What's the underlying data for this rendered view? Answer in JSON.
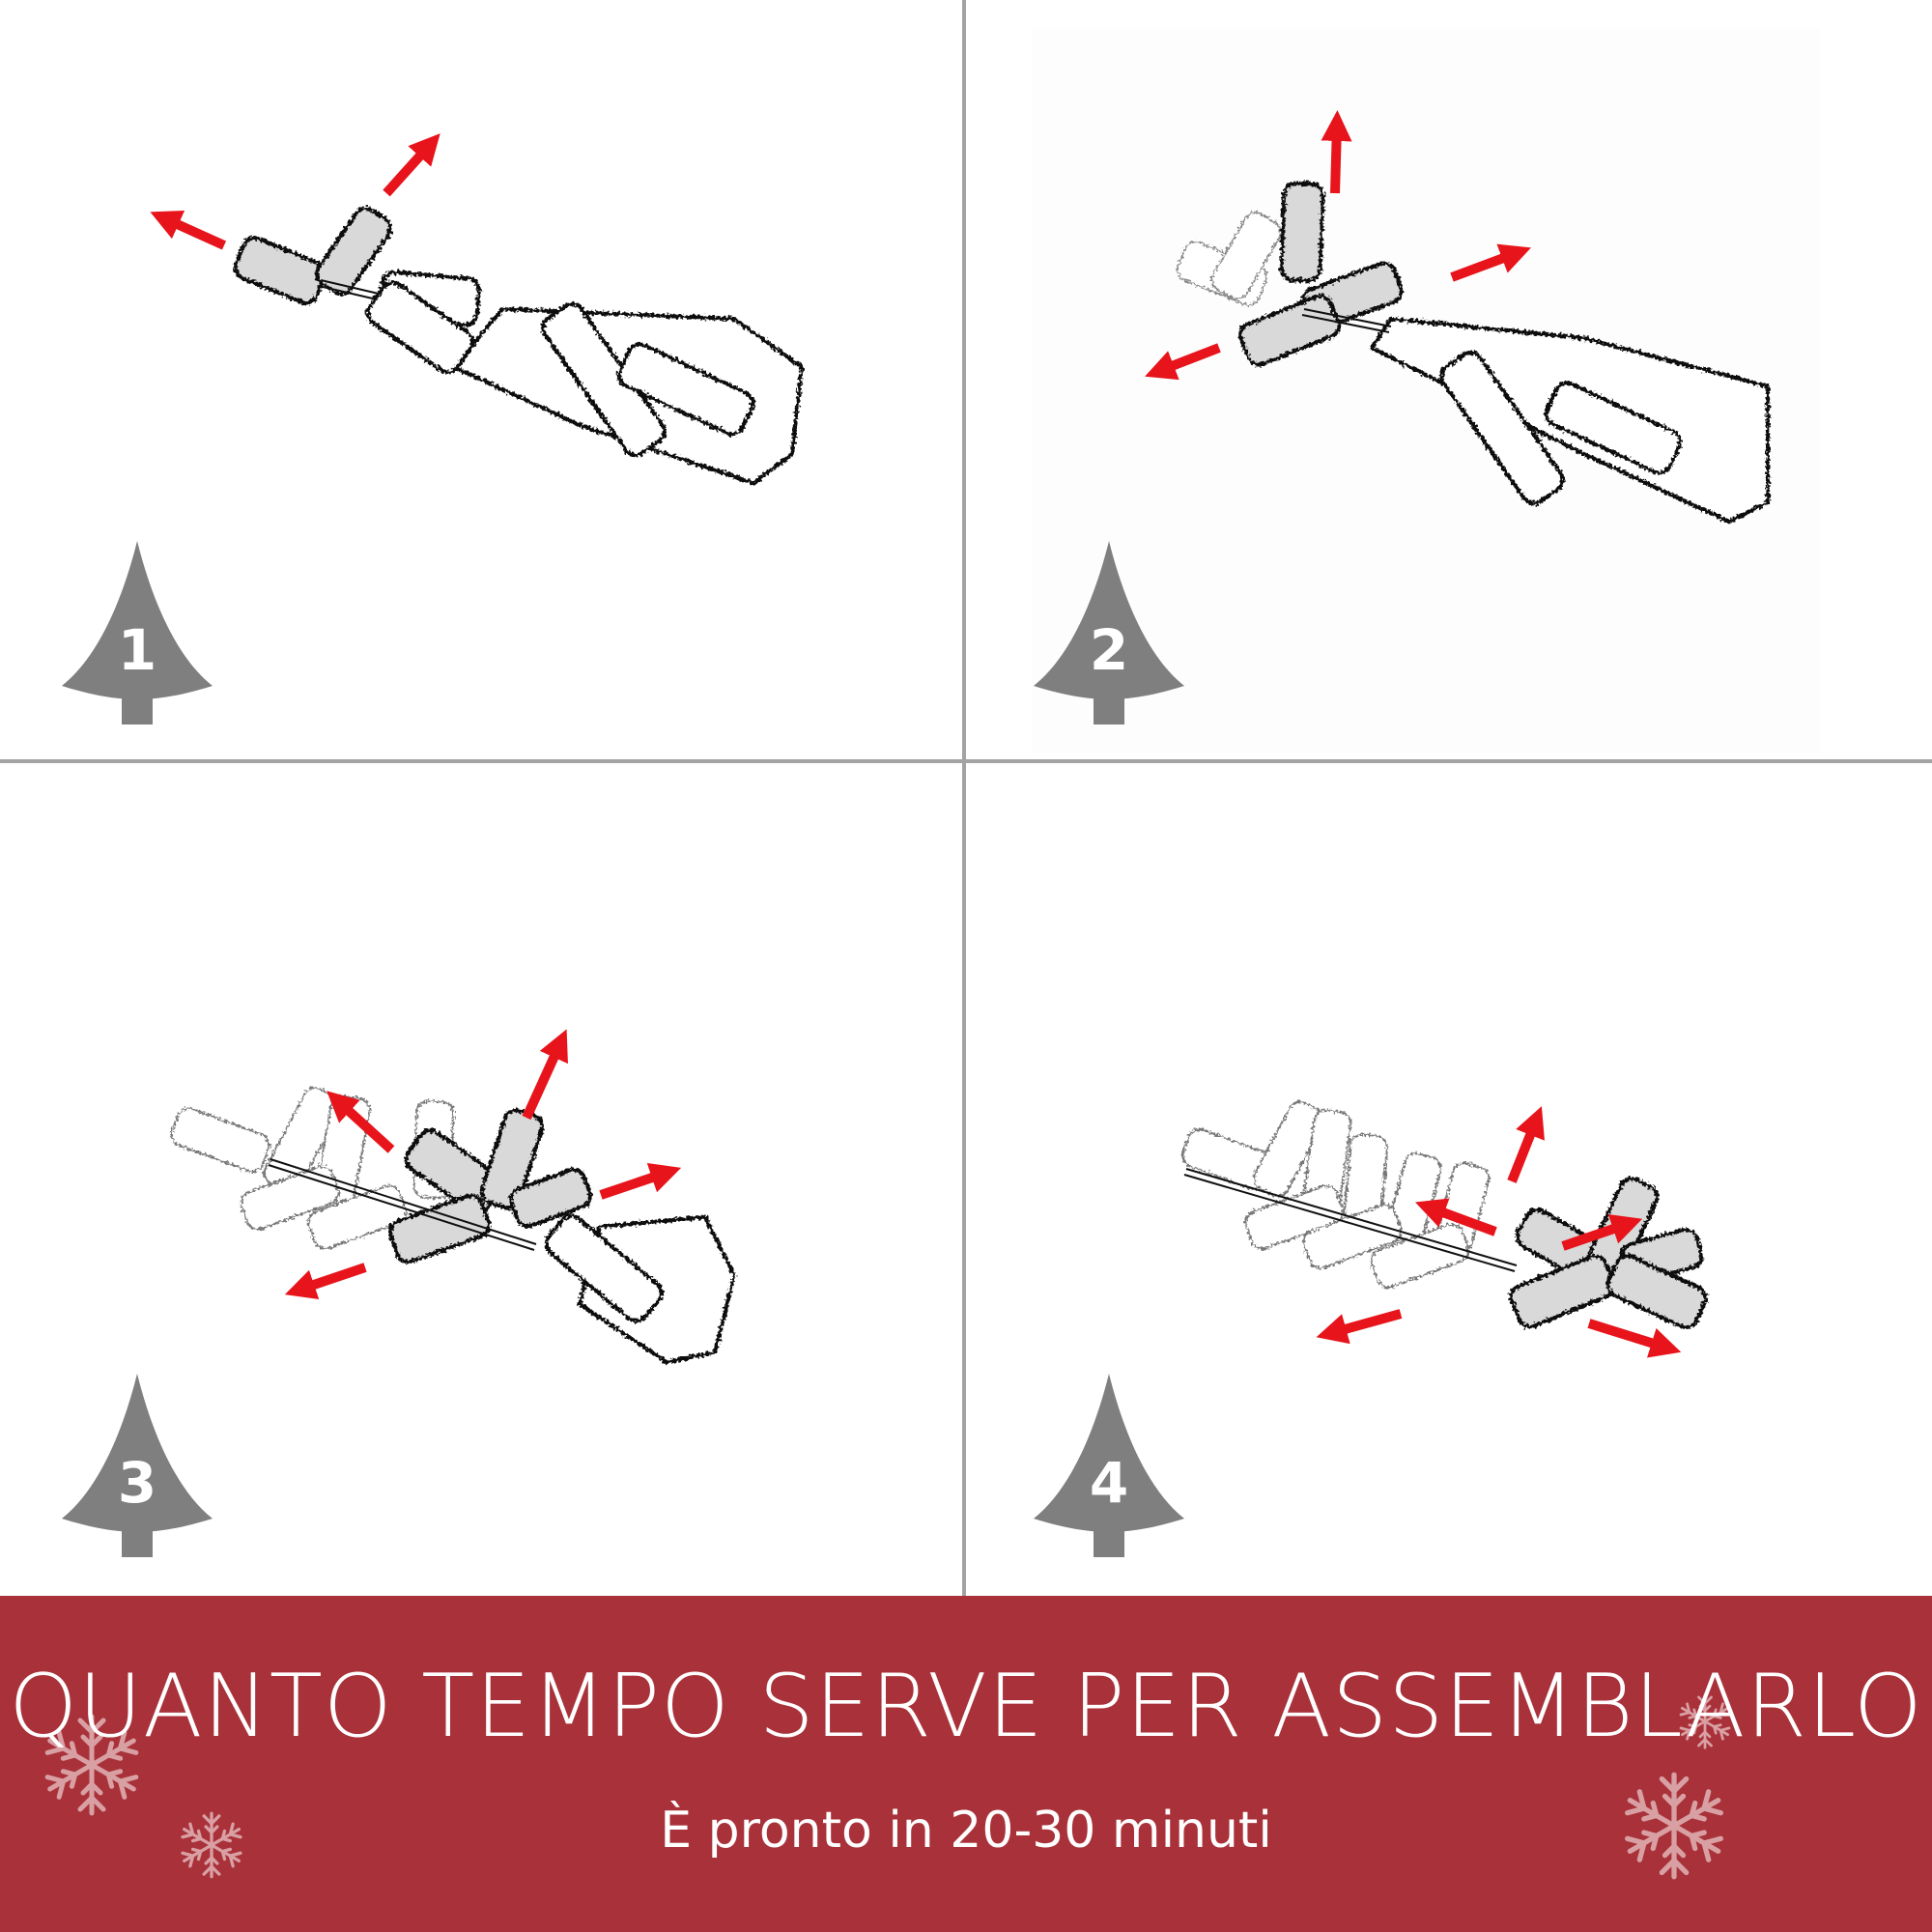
{
  "title": "Assembly steps for artificial Christmas tree branches",
  "colors": {
    "banner": "#a9323a",
    "divider": "#a3a3a3",
    "badge": "#7f7f7f",
    "arrow": "#e8141b",
    "branch_fill": "#d9d9d9",
    "branch_outline": "#111111",
    "ghost_outline": "#7a7a7a",
    "snowflake": "#d9a0a4"
  },
  "steps": [
    {
      "number": "1",
      "icon": "tree-badge-icon",
      "description": "Spread the top two tips of the branch"
    },
    {
      "number": "2",
      "icon": "tree-badge-icon",
      "description": "Spread the next three tips outward"
    },
    {
      "number": "3",
      "icon": "tree-badge-icon",
      "description": "Spread the next group of tips"
    },
    {
      "number": "4",
      "icon": "tree-badge-icon",
      "description": "Spread the remaining tips"
    }
  ],
  "banner": {
    "title": "QUANTO TEMPO SERVE PER ASSEMBLARLO",
    "subtitle": "È pronto in 20-30 minuti",
    "decorations": [
      "snowflake-icon",
      "snowflake-icon",
      "snowflake-icon",
      "snowflake-icon"
    ]
  }
}
